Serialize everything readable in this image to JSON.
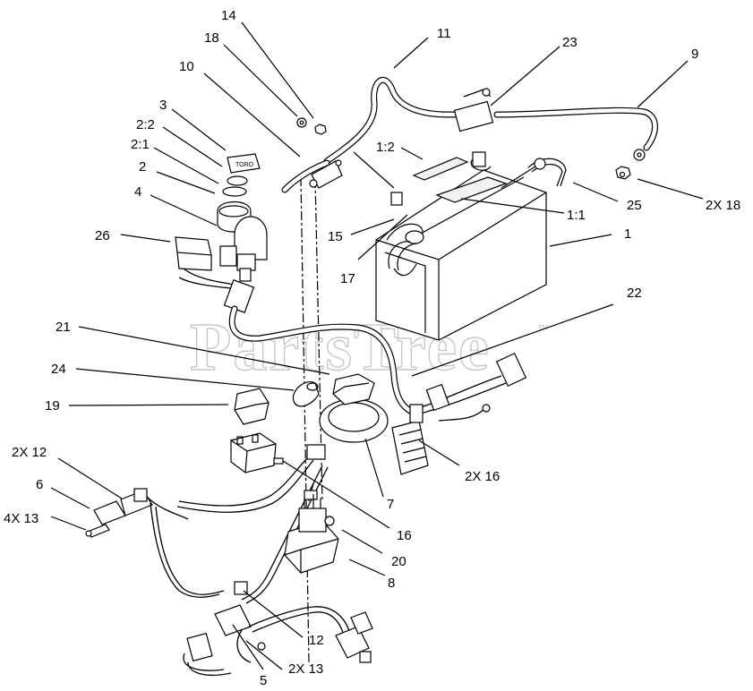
{
  "watermark": {
    "text": "PartsTree",
    "trademark": "™"
  },
  "key_label": "TORO",
  "callouts": [
    {
      "id": "c14",
      "text": "14"
    },
    {
      "id": "c18",
      "text": "18"
    },
    {
      "id": "c10",
      "text": "10"
    },
    {
      "id": "c11",
      "text": "11"
    },
    {
      "id": "c23",
      "text": "23"
    },
    {
      "id": "c9",
      "text": "9"
    },
    {
      "id": "c3",
      "text": "3"
    },
    {
      "id": "c2_2",
      "text": "2:2"
    },
    {
      "id": "c2_1",
      "text": "2:1"
    },
    {
      "id": "c2",
      "text": "2"
    },
    {
      "id": "c4",
      "text": "4"
    },
    {
      "id": "c26",
      "text": "26"
    },
    {
      "id": "c1_2",
      "text": "1:2"
    },
    {
      "id": "c1_1",
      "text": "1:1"
    },
    {
      "id": "c25",
      "text": "25"
    },
    {
      "id": "c2x18",
      "text": "2X 18"
    },
    {
      "id": "c15",
      "text": "15"
    },
    {
      "id": "c1",
      "text": "1"
    },
    {
      "id": "c17",
      "text": "17"
    },
    {
      "id": "c22",
      "text": "22"
    },
    {
      "id": "c21",
      "text": "21"
    },
    {
      "id": "c24",
      "text": "24"
    },
    {
      "id": "c19",
      "text": "19"
    },
    {
      "id": "c2x16",
      "text": "2X 16"
    },
    {
      "id": "c2x12",
      "text": "2X 12"
    },
    {
      "id": "c6",
      "text": "6"
    },
    {
      "id": "c4x13",
      "text": "4X 13"
    },
    {
      "id": "c7",
      "text": "7"
    },
    {
      "id": "c16",
      "text": "16"
    },
    {
      "id": "c20",
      "text": "20"
    },
    {
      "id": "c8",
      "text": "8"
    },
    {
      "id": "c12",
      "text": "12"
    },
    {
      "id": "c2x13",
      "text": "2X 13"
    },
    {
      "id": "c5",
      "text": "5"
    }
  ]
}
